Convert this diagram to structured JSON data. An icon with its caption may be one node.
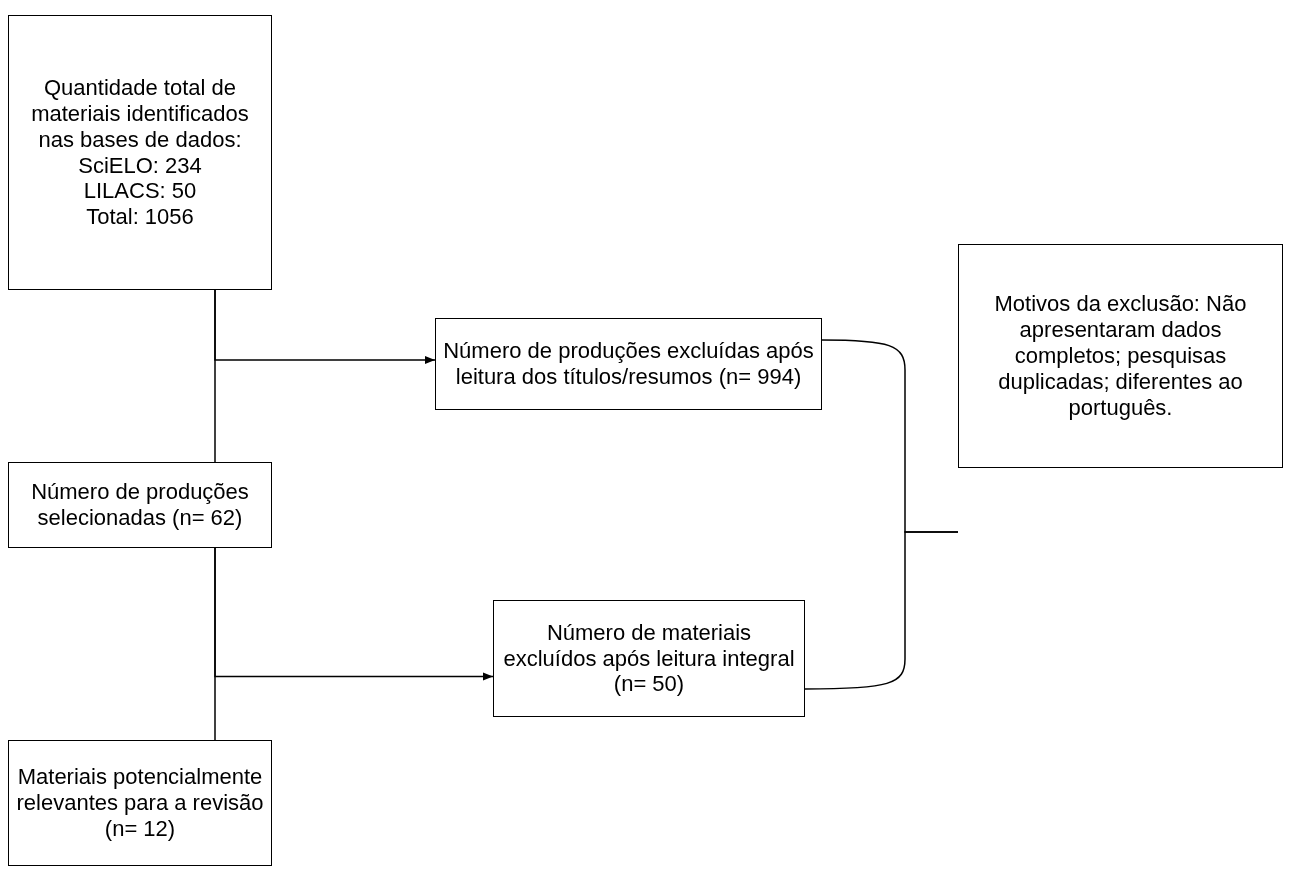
{
  "diagram": {
    "nodes": [
      {
        "text": [
          "Quantidade total de materiais identificados nas bases de dados:",
          "SciELO: 234",
          "LILACS: 50",
          "Total: 1056"
        ]
      },
      {
        "text": [
          "Número de produções excluídas após leitura dos títulos/resumos (n= 994)"
        ]
      },
      {
        "text": [
          "Número de produções selecionadas (n= 62)"
        ]
      },
      {
        "text": [
          "Número de materiais excluídos após leitura integral (n= 50)"
        ]
      },
      {
        "text": [
          "Materiais potencialmente relevantes para a revisão (n= 12)"
        ]
      },
      {
        "text": [
          "Motivos da exclusão: Não apresentaram dados completos; pesquisas duplicadas; diferentes ao português."
        ]
      }
    ],
    "edges": [
      {
        "from": 0,
        "to": 2,
        "arrow": "none"
      },
      {
        "from": 0,
        "to": 1,
        "arrow": "to"
      },
      {
        "from": 2,
        "to": 4,
        "arrow": "none"
      },
      {
        "from": 2,
        "to": 3,
        "arrow": "to"
      },
      {
        "from": 1,
        "to": 5,
        "arrow": "none"
      },
      {
        "from": 3,
        "to": 5,
        "arrow": "none"
      }
    ]
  }
}
